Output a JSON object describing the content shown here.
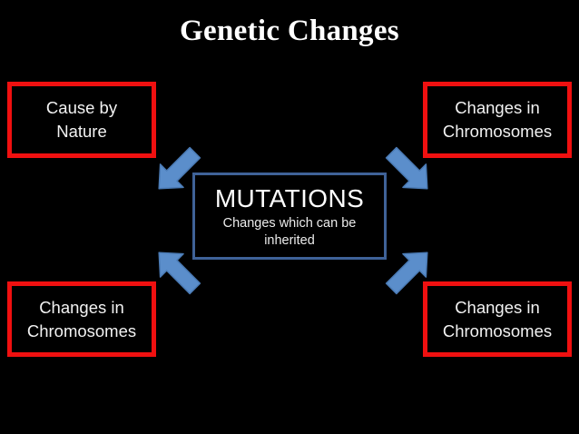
{
  "slide": {
    "title": "Genetic Changes",
    "background_color": "#000000",
    "title_color": "#ffffff"
  },
  "colors": {
    "node_border": "#f01010",
    "center_border": "#3f6298",
    "arrow_fill": "#5b8ecb",
    "arrow_stroke": "#4a7ab4",
    "text": "#f2f2f2"
  },
  "center": {
    "title": "MUTATIONS",
    "subtitle": "Changes which can be\ninherited"
  },
  "nodes": [
    {
      "id": "top-left",
      "label": "Cause by\nNature"
    },
    {
      "id": "top-right",
      "label": "Changes in\nChromosomes"
    },
    {
      "id": "bottom-left",
      "label": "Changes in\nChromosomes"
    },
    {
      "id": "bottom-right",
      "label": "Changes in\nChromosomes"
    }
  ],
  "arrows": [
    {
      "id": "top-left",
      "direction": "up-left"
    },
    {
      "id": "top-right",
      "direction": "up-right"
    },
    {
      "id": "bottom-left",
      "direction": "down-left"
    },
    {
      "id": "bottom-right",
      "direction": "down-right"
    }
  ]
}
